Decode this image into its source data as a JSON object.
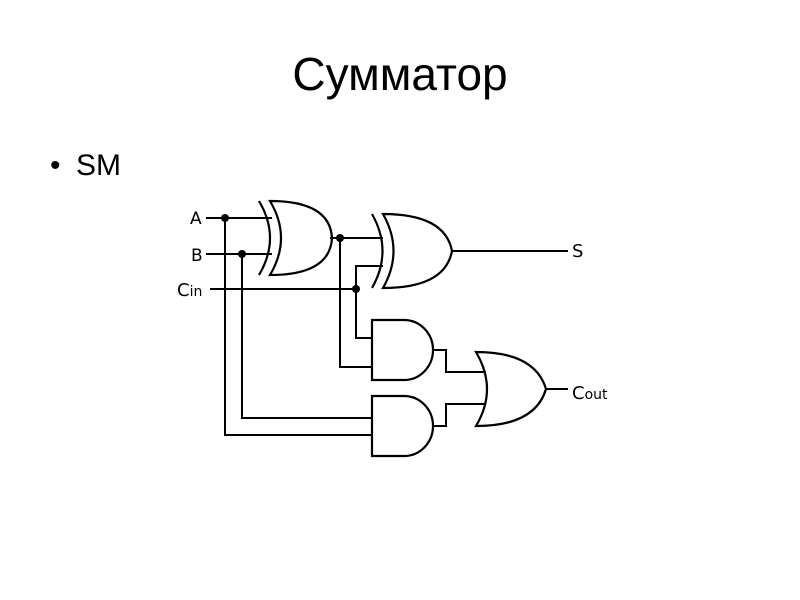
{
  "slide": {
    "title": "Сумматор",
    "bullet": "SM"
  },
  "diagram": {
    "inputs": {
      "a": "A",
      "b": "B",
      "cin_main": "C",
      "cin_sub": "in"
    },
    "outputs": {
      "sum": "S",
      "cout_main": "C",
      "cout_sub": "out"
    }
  }
}
